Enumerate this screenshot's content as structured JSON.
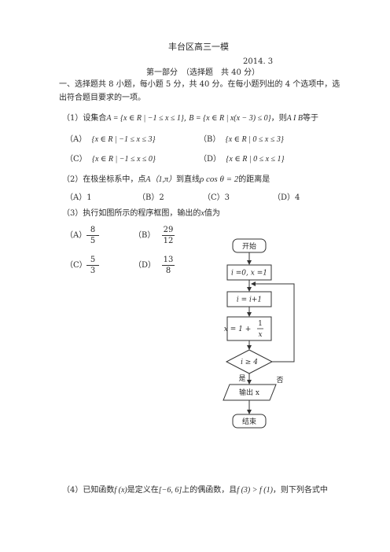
{
  "header": {
    "title": "丰台区高三一模",
    "date": "2014. 3",
    "part": "第一部分　（选择题　共 40 分）"
  },
  "intro": {
    "line1": "一、选择题共 8 小题，每小题 5 分，共 40 分。在每小题列出的 4 个选项中，选",
    "line2": "出符合题目要求的一项。"
  },
  "q1": {
    "stem": "（1）设集合",
    "set_a": "A = {x ∈ R | −1 ≤ x ≤ 1}",
    "set_b": "B = {x ∈ R | x(x − 3) ≤ 0}",
    "then": "，则",
    "expr": "A I B",
    "ask": "等于",
    "options": [
      {
        "label": "（A）",
        "text": "{x ∈ R | −1 ≤ x ≤ 3}"
      },
      {
        "label": "（B）",
        "text": "{x ∈ R | 0 ≤ x ≤ 3}"
      },
      {
        "label": "（C）",
        "text": "{x ∈ R | −1 ≤ x ≤ 0}"
      },
      {
        "label": "（D）",
        "text": "{x ∈ R | 0 ≤ x ≤ 1}"
      }
    ]
  },
  "q2": {
    "stem": "（2）在极坐标系中，点",
    "point": "A（1,π）",
    "mid": "到直线",
    "line": "ρ cos θ = 2",
    "end": "的距离是",
    "options": [
      "（A）1",
      "（B）2",
      "（C）3",
      "（D）4"
    ]
  },
  "q3": {
    "stem": "（3）执行如图所示的程序框图，输出的",
    "var": "x",
    "end": "值为",
    "options": [
      {
        "label": "（A）",
        "num": "8",
        "den": "5"
      },
      {
        "label": "（B）",
        "num": "29",
        "den": "12"
      },
      {
        "label": "（C）",
        "num": "5",
        "den": "3"
      },
      {
        "label": "（D）",
        "num": "13",
        "den": "8"
      }
    ]
  },
  "flowchart": {
    "start": "开始",
    "init": "i =0, x =1",
    "inc": "i = i+1",
    "assign_left": "x = 1 +",
    "assign_num": "1",
    "assign_den": "x",
    "cond": "i ≥ 4",
    "no": "否",
    "yes": "是",
    "output": "输出 x",
    "end": "结束"
  },
  "q4": {
    "stem": "（4）已知函数",
    "fx": "f (x)",
    "mid1": "是定义在",
    "interval": "[−6, 6]",
    "mid2": "上的偶函数，且",
    "ineq": "f (3) > f (1)",
    "end": "，则下列各式中"
  }
}
